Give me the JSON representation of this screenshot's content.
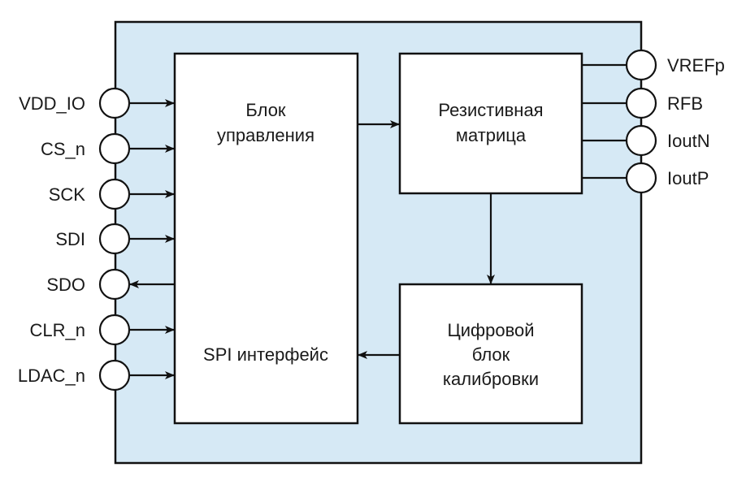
{
  "colors": {
    "chip_fill": "#d6e9f5",
    "stroke": "#111111",
    "block_fill": "#ffffff"
  },
  "left_pins": [
    {
      "label": "VDD_IO",
      "direction": "in"
    },
    {
      "label": "CS_n",
      "direction": "in"
    },
    {
      "label": "SCK",
      "direction": "in"
    },
    {
      "label": "SDI",
      "direction": "in"
    },
    {
      "label": "SDO",
      "direction": "out"
    },
    {
      "label": "CLR_n",
      "direction": "in"
    },
    {
      "label": "LDAC_n",
      "direction": "in"
    }
  ],
  "right_pins": [
    {
      "label": "VREFp"
    },
    {
      "label": "RFB"
    },
    {
      "label": "IoutN"
    },
    {
      "label": "IoutP"
    }
  ],
  "blocks": {
    "control": {
      "line1": "Блок",
      "line2": "управления",
      "bottom": "SPI интерфейс"
    },
    "matrix": {
      "line1": "Резистивная",
      "line2": "матрица"
    },
    "calibration": {
      "line1": "Цифровой",
      "line2": "блок",
      "line3": "калибровки"
    }
  }
}
